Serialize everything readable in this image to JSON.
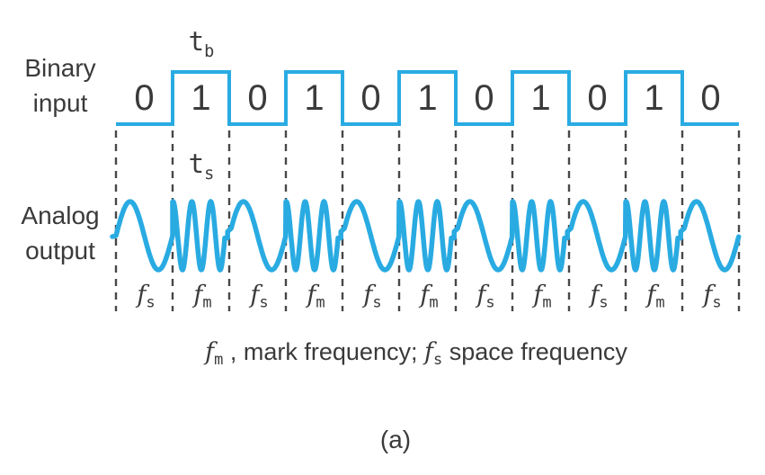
{
  "colors": {
    "waveform_blue": "#29ABE2",
    "line_gray": "#474747",
    "text_gray": "#3A3A3A"
  },
  "labels": {
    "binary_input": [
      "Binary",
      "input"
    ],
    "analog_output": [
      "Analog",
      "output"
    ],
    "bit_duration": {
      "base": "t",
      "sub": "b"
    },
    "signal_duration": {
      "base": "t",
      "sub": "s"
    },
    "subfigure": "(a)"
  },
  "caption": {
    "fm_base": "f",
    "fm_sub": "m",
    "mark_text": " , mark frequency; ",
    "fs_base": "f",
    "fs_sub": "s",
    "space_text": " space frequency"
  },
  "waveform": {
    "bits": [
      "0",
      "1",
      "0",
      "1",
      "0",
      "1",
      "0",
      "1",
      "0",
      "1",
      "0"
    ],
    "f_base": "f",
    "mark_sub": "m",
    "space_sub": "s",
    "space_cycles_per_bit": 1,
    "mark_cycles_per_bit": 3
  }
}
